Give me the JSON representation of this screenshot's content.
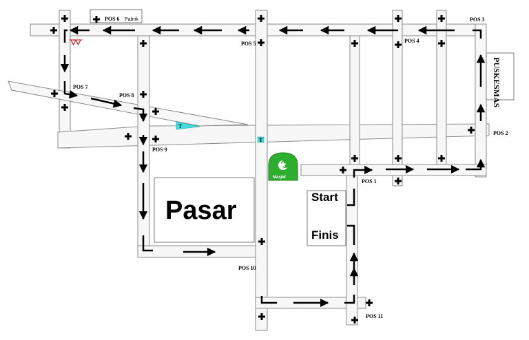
{
  "map": {
    "poi_labels": {
      "pos1": "POS 1",
      "pos2": "POS 2",
      "pos3": "POS 3",
      "pos4": "POS 4",
      "pos5": "POS 5",
      "pos6": "POS 6",
      "pos7": "POS 7",
      "pos8": "POS 8",
      "pos9": "POS 9",
      "pos10": "POS 10",
      "pos11": "POS 11"
    },
    "pabrik": "Pabrik",
    "pasar": "Pasar",
    "puskesmas": "PUSKESMAS",
    "masjid": "Masjid",
    "start": "Start",
    "finis": "Finis",
    "marker_t": "T",
    "colors": {
      "road_fill": "#f7f7f7",
      "road_stroke": "#8a8a8a",
      "masjid_green": "#2eae2e",
      "marker_cyan": "#40e0e0",
      "hazard_red": "#cc2222"
    },
    "icons": [
      "cross-marker-icon",
      "arrow-icon",
      "masjid-icon",
      "hazard-triangle-icon"
    ]
  }
}
